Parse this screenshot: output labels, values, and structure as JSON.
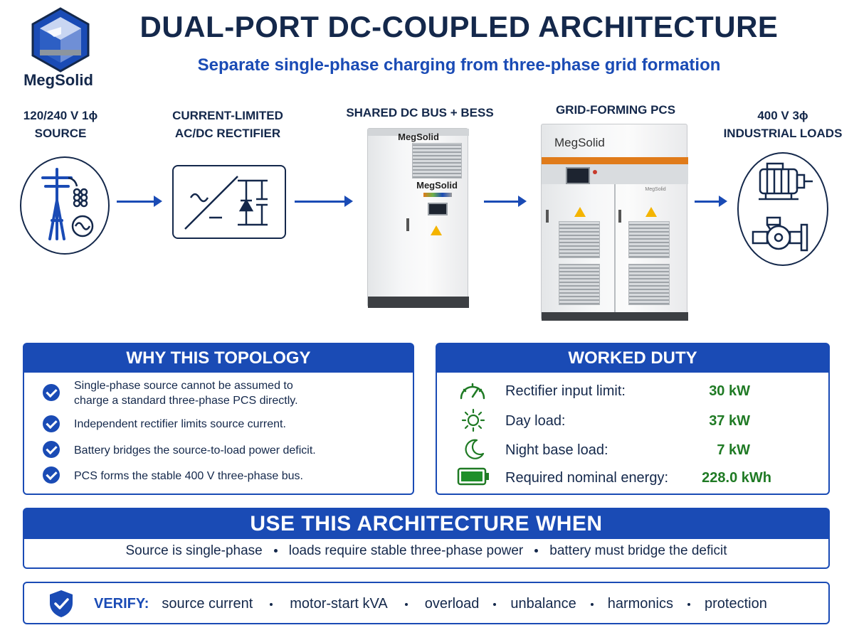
{
  "brand": {
    "name": "MegSolid"
  },
  "header": {
    "title": "DUAL-PORT DC-COUPLED ARCHITECTURE",
    "subtitle": "Separate single-phase charging from three-phase grid formation"
  },
  "stages": {
    "source": {
      "line1": "120/240 V 1ϕ",
      "line2": "SOURCE"
    },
    "rectifier": {
      "line1": "CURRENT-LIMITED",
      "line2": "AC/DC RECTIFIER"
    },
    "bess": {
      "label": "SHARED DC BUS + BESS",
      "brand_top": "MegSolid",
      "brand_mid": "MegSolid"
    },
    "pcs": {
      "label": "GRID-FORMING PCS",
      "brand": "MegSolid",
      "brand_small": "MegSolid"
    },
    "loads": {
      "line1": "400 V 3ϕ",
      "line2": "INDUSTRIAL LOADS"
    }
  },
  "why": {
    "title": "WHY THIS TOPOLOGY",
    "items": [
      {
        "line1": "Single-phase source cannot be assumed to",
        "line2": "charge a standard three-phase PCS directly."
      },
      {
        "line1": "Independent rectifier limits source current."
      },
      {
        "line1": "Battery bridges the source-to-load power deficit."
      },
      {
        "line1": "PCS forms the stable 400 V three-phase bus."
      }
    ]
  },
  "duty": {
    "title": "WORKED DUTY",
    "rows": [
      {
        "icon": "gauge-icon",
        "label": "Rectifier input limit:",
        "value": "30 kW"
      },
      {
        "icon": "sun-icon",
        "label": "Day load:",
        "value": "37 kW"
      },
      {
        "icon": "moon-icon",
        "label": "Night base load:",
        "value": "7 kW"
      },
      {
        "icon": "battery-icon",
        "label": "Required nominal energy:",
        "value": "228.0 kWh"
      }
    ]
  },
  "use_when": {
    "title": "USE THIS ARCHITECTURE WHEN",
    "items": [
      "Source is single-phase",
      "loads require stable three-phase power",
      "battery must bridge the deficit"
    ]
  },
  "verify": {
    "label": "VERIFY:",
    "items": [
      "source current",
      "motor-start kVA",
      "overload",
      "unbalance",
      "harmonics",
      "protection"
    ]
  },
  "colors": {
    "navy": "#14284b",
    "blue": "#1a4bb5",
    "green": "#1f7a24",
    "orange": "#e07b1a"
  }
}
